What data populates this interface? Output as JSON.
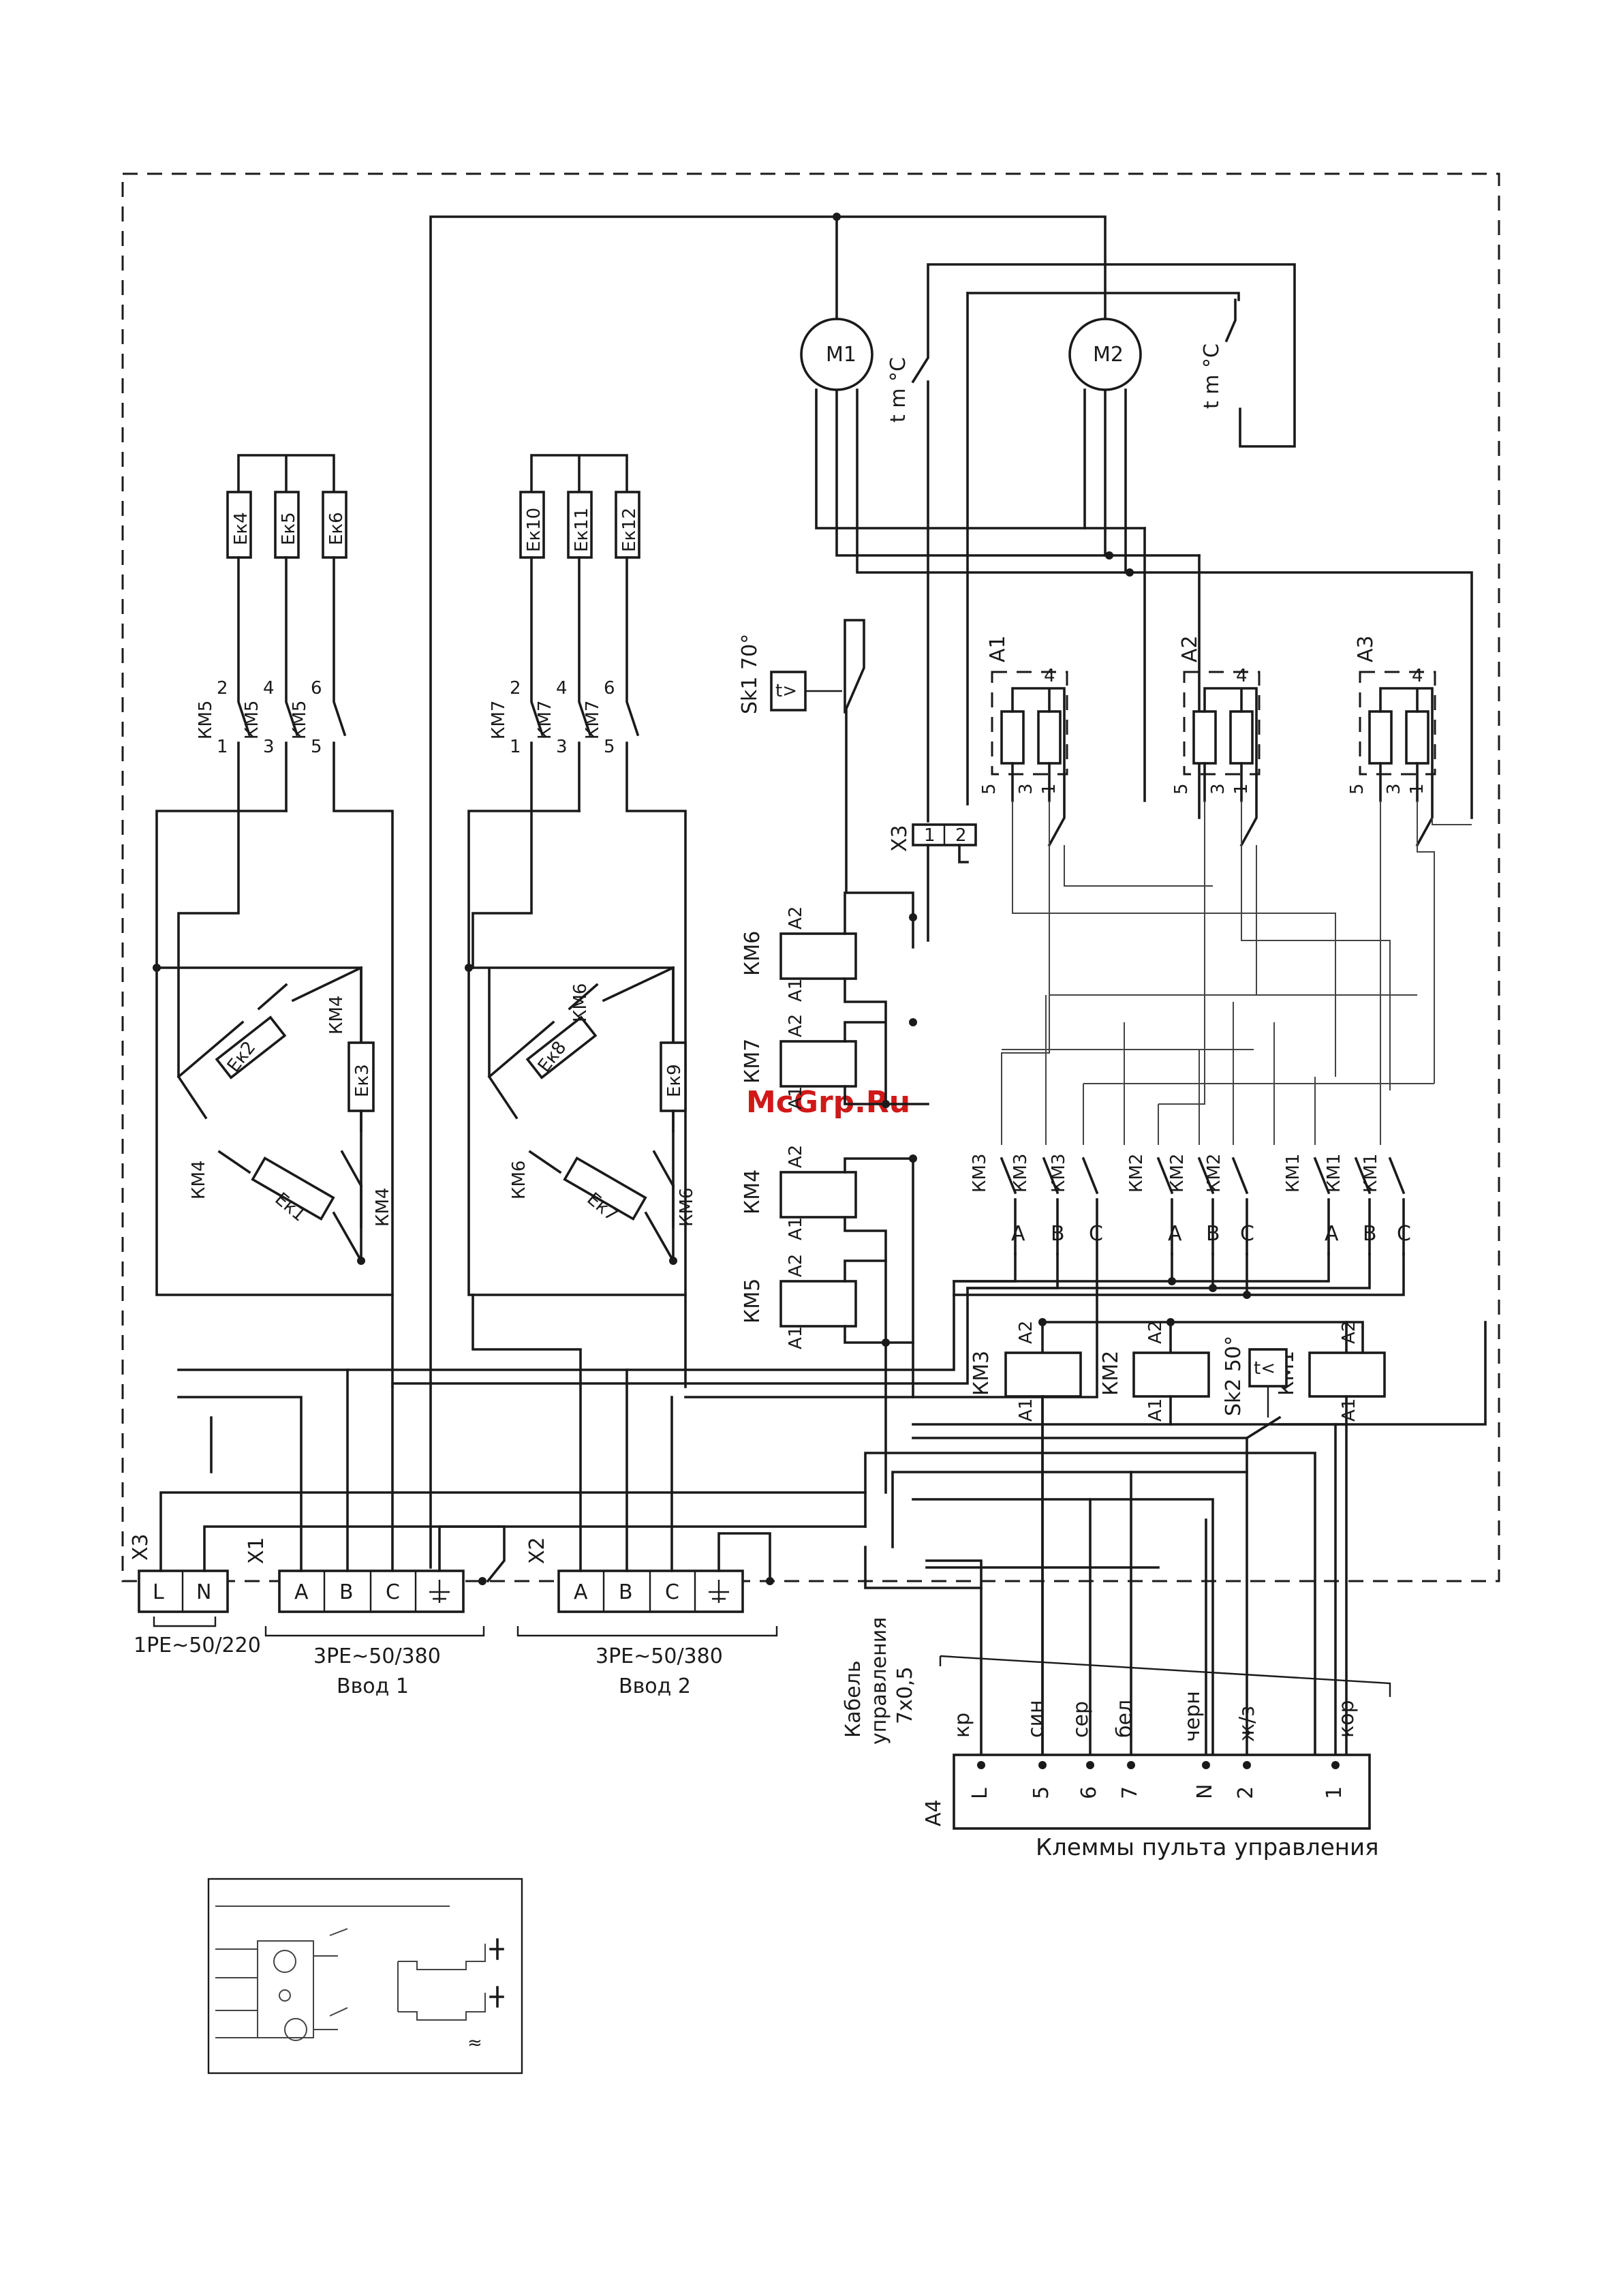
{
  "watermark": "McGrp.Ru",
  "motors": [
    "M1",
    "M2"
  ],
  "motor_thermal_label": "t m °C",
  "heaters": {
    "group_km5": [
      "Ек4",
      "Ек5",
      "Ек6"
    ],
    "group_km7": [
      "Ек10",
      "Ек11",
      "Ек12"
    ],
    "delta_1": [
      "Ек2",
      "Ек3",
      "Ек1"
    ],
    "delta_2": [
      "Ек8",
      "Ек9",
      "Ек7"
    ]
  },
  "contactor_km5": "КМ5",
  "contactor_km7": "КМ7",
  "contactor_km4": "КМ4",
  "contactor_km6": "КМ6",
  "contact_numbers_top": [
    "2",
    "4",
    "6"
  ],
  "contact_numbers_bottom": [
    "1",
    "3",
    "5"
  ],
  "thermostat_sk1": "Sk1 70°",
  "thermostat_sk2": "Sk2 50°",
  "thermo_symbol_gt": "t>",
  "thermo_symbol_lt": "t<",
  "terminal_x3_mid": "Х3",
  "terminal_x3_mid_pins": [
    "1",
    "2"
  ],
  "coils_left": [
    {
      "name": "КМ6",
      "a1": "А1",
      "a2": "А2"
    },
    {
      "name": "КМ7",
      "a1": "А1",
      "a2": "А2"
    },
    {
      "name": "КМ4",
      "a1": "А1",
      "a2": "А2"
    },
    {
      "name": "КМ5",
      "a1": "А1",
      "a2": "А2"
    }
  ],
  "coils_bottom": [
    {
      "name": "КМ3",
      "a1": "А1",
      "a2": "А2"
    },
    {
      "name": "КМ2",
      "a1": "А1",
      "a2": "А2"
    },
    {
      "name": "КМ1",
      "a1": "А1",
      "a2": "А2"
    }
  ],
  "fan_heater_blocks": [
    "А1",
    "А2",
    "А3"
  ],
  "fan_block_pins": [
    "5",
    "3",
    "1",
    "4"
  ],
  "motor_contactors": [
    "КМ3",
    "КМ2",
    "КМ1"
  ],
  "phase_labels": [
    "А",
    "В",
    "С"
  ],
  "terminals": {
    "x3": {
      "name": "Х3",
      "pins": [
        "L",
        "N"
      ],
      "supply": "1PE~50/220"
    },
    "x1": {
      "name": "Х1",
      "pins": [
        "A",
        "B",
        "C"
      ],
      "supply": "3PE~50/380",
      "input": "Ввод 1"
    },
    "x2": {
      "name": "Х2",
      "pins": [
        "A",
        "B",
        "C"
      ],
      "supply": "3PE~50/380",
      "input": "Ввод 2"
    }
  },
  "cable": {
    "label1": "Кабель",
    "label2": "управления",
    "label3": "7х0,5"
  },
  "cable_wires": [
    "кр",
    "син",
    "сер",
    "бел",
    "черн",
    "ж/з",
    "кор"
  ],
  "panel": {
    "name": "А4",
    "pins": [
      "L",
      "5",
      "6",
      "7",
      "N",
      "2",
      "1"
    ],
    "title": "Клеммы пульта управления"
  },
  "inset_symbol": "≈"
}
